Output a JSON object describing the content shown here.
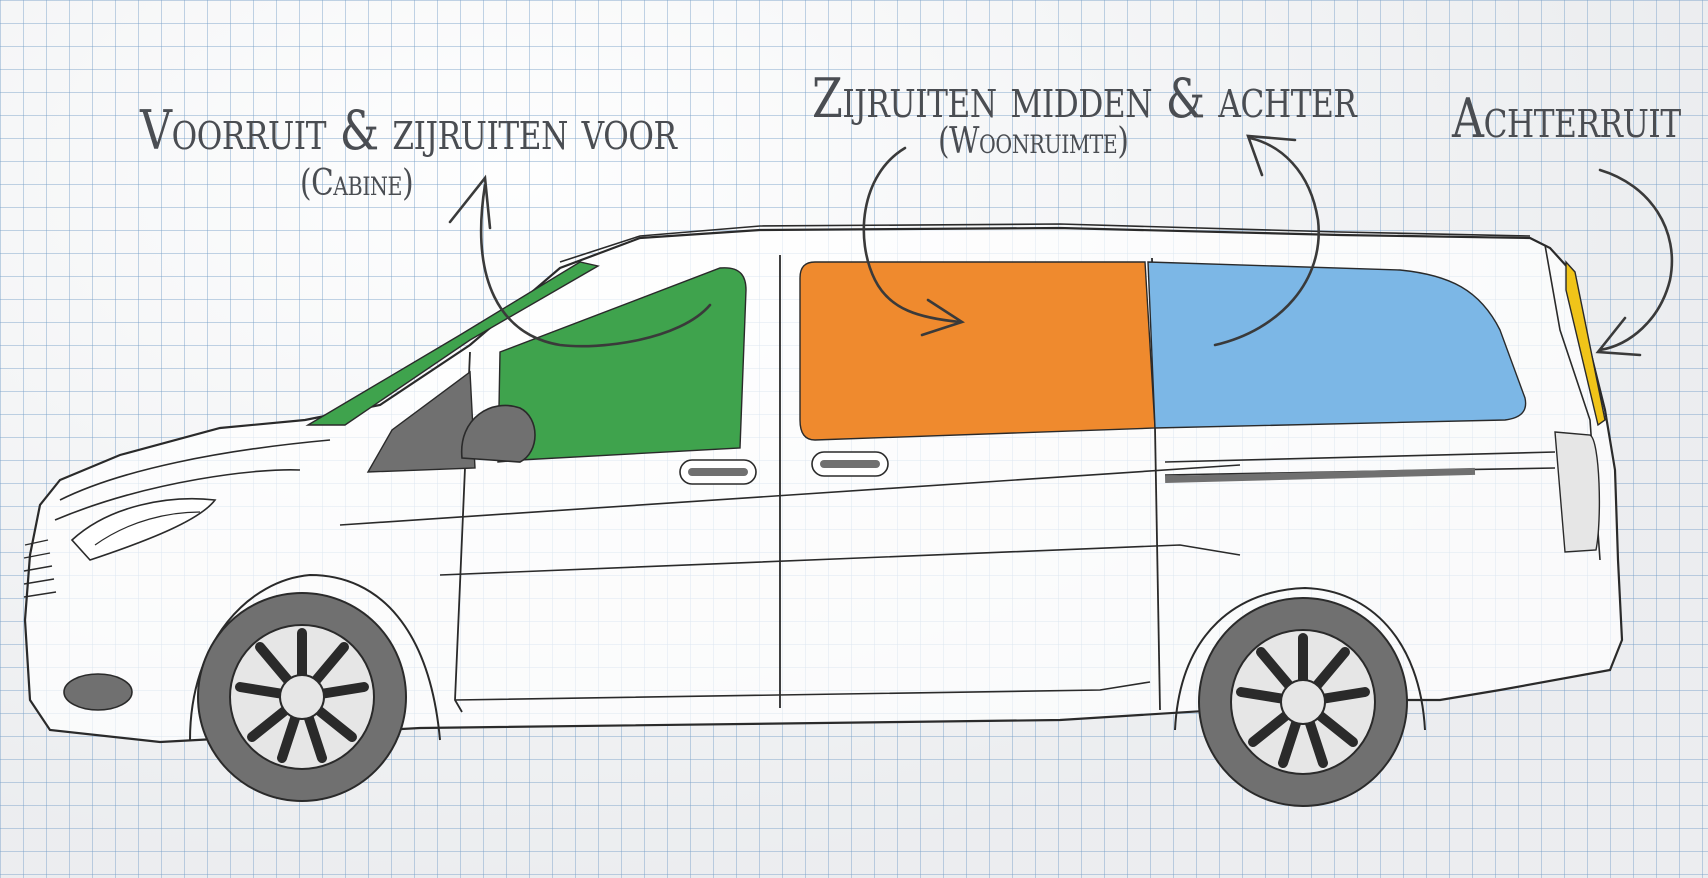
{
  "labels": {
    "front": {
      "title": "Voorruit & zijruiten voor",
      "subtitle": "(Cabine)"
    },
    "middle": {
      "title": "Zijruiten midden & achter",
      "subtitle": "(Woonruimte)"
    },
    "rear": {
      "title": "Achterruit"
    }
  },
  "colors": {
    "front_windows": "#3fa34d",
    "middle_window": "#ef8a2e",
    "rear_side_window": "#7cb7e6",
    "rear_window": "#f0c419",
    "outline": "#2a2a2a",
    "tire": "#707070",
    "label_text": "#4a4d52"
  }
}
